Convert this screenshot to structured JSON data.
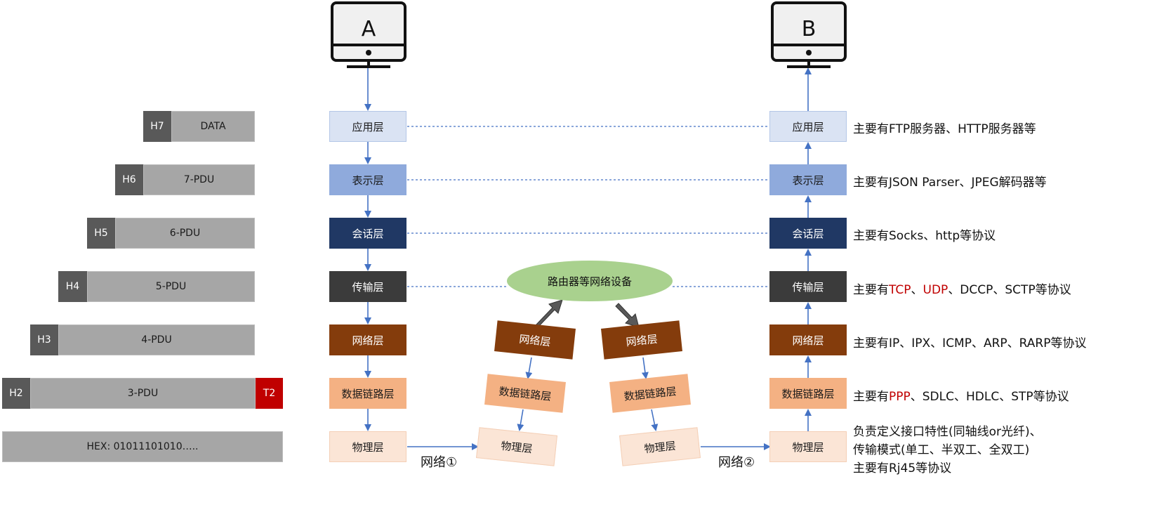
{
  "computers": {
    "a_label": "A",
    "b_label": "B"
  },
  "pdu_stack": [
    {
      "header": "H7",
      "body": "DATA"
    },
    {
      "header": "H6",
      "body": "7-PDU"
    },
    {
      "header": "H5",
      "body": "6-PDU"
    },
    {
      "header": "H4",
      "body": "5-PDU"
    },
    {
      "header": "H3",
      "body": "4-PDU"
    },
    {
      "header": "H2",
      "body": "3-PDU",
      "trailer": "T2"
    },
    {
      "body": "HEX: 01011101010….."
    }
  ],
  "layers": {
    "application": "应用层",
    "presentation": "表示层",
    "session": "会话层",
    "transport": "传输层",
    "network": "网络层",
    "datalink": "数据链路层",
    "physical": "物理层"
  },
  "router_label": "路由器等网络设备",
  "networks": {
    "one": "网络①",
    "two": "网络②"
  },
  "descriptions": {
    "application": "主要有FTP服务器、HTTP服务器等",
    "presentation": "主要有JSON Parser、JPEG解码器等",
    "session": "主要有Socks、http等协议",
    "transport": {
      "prefix": "主要有",
      "tcp": "TCP",
      "sep1": "、",
      "udp": "UDP",
      "rest": "、DCCP、SCTP等协议"
    },
    "network": "主要有IP、IPX、ICMP、ARP、RARP等协议",
    "datalink": {
      "prefix": "主要有",
      "ppp": "PPP",
      "rest": "、SDLC、HDLC、STP等协议"
    },
    "physical": {
      "line1": "负责定义接口特性(同轴线or光纤)、",
      "line2": "传输模式(单工、半双工、全双工)",
      "line3": "主要有Rj45等协议"
    }
  },
  "colors": {
    "accent_red": "#c00000",
    "arrow_blue": "#4472c4",
    "router_green": "#a9d18e",
    "network_brown": "#843c0c",
    "session_navy": "#203864",
    "transport_gray": "#3b3b3b",
    "datalink_orange": "#f4b183",
    "physical_peach": "#fbe5d6",
    "presentation_blue": "#8faadc",
    "application_lightblue": "#dae3f3"
  }
}
